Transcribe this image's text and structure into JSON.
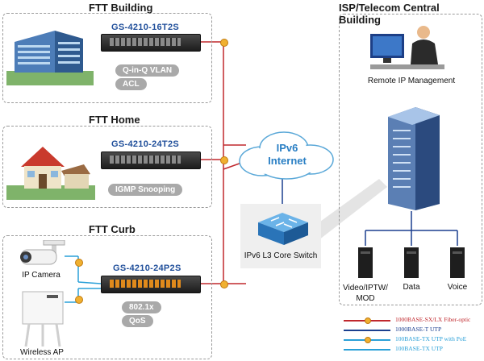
{
  "sections": {
    "building": {
      "title": "FTT Building",
      "model": "GS-4210-16T2S",
      "features": [
        "Q-in-Q VLAN",
        "ACL"
      ]
    },
    "home": {
      "title": "FTT Home",
      "model": "GS-4210-24T2S",
      "features": [
        "IGMP Snooping"
      ]
    },
    "curb": {
      "title": "FTT Curb",
      "model": "GS-4210-24P2S",
      "features": [
        "802.1x",
        "QoS"
      ]
    }
  },
  "isp": {
    "title": "ISP/Telecom Central Building",
    "remote_label": "Remote IP Management",
    "endpoints": [
      "Video/IPTW/\nMOD",
      "Data",
      "Voice"
    ]
  },
  "cloud": {
    "line1": "IPv6",
    "line2": "Internet"
  },
  "core_switch": {
    "label": "IPv6 L3 Core Switch"
  },
  "devices": {
    "camera": "IP Camera",
    "ap": "Wireless AP"
  },
  "legend": [
    {
      "text": "1000BASE-SX/LX Fiber-optic",
      "color": "#c0282d",
      "dot": true
    },
    {
      "text": "1000BASE-T UTP",
      "color": "#1b3f8f",
      "dot": false
    },
    {
      "text": "100BASE-TX UTP with PoE",
      "color": "#2aa0d8",
      "dot": true
    },
    {
      "text": "100BASE-TX UTP",
      "color": "#2aa0d8",
      "dot": false
    }
  ]
}
